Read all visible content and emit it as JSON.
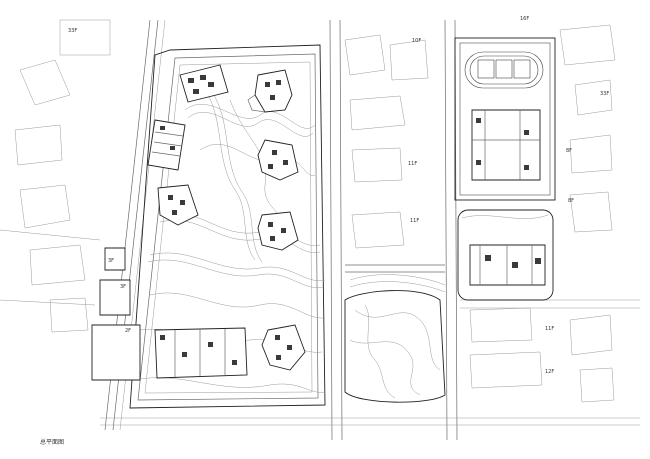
{
  "labels": {
    "top_left_floor": "33F",
    "top_center_floor": "10F",
    "top_right_floor": "16F",
    "right_upper_floor": "33F",
    "center_floor_1": "11F",
    "center_floor_2": "11F",
    "right_mid_floor_1": "8F",
    "right_mid_floor_2": "8F",
    "lower_right_floor_1": "11F",
    "lower_right_floor_2": "12F",
    "small_building_floor": "3F",
    "tall_building_floor": "3F",
    "garden_floor": "2F",
    "bottom_left_caption": "总平面图"
  },
  "colors": {
    "line_dark": "#222222",
    "line_mid": "#6a6a6a",
    "line_light": "#9a9a9a",
    "background": "#ffffff"
  }
}
